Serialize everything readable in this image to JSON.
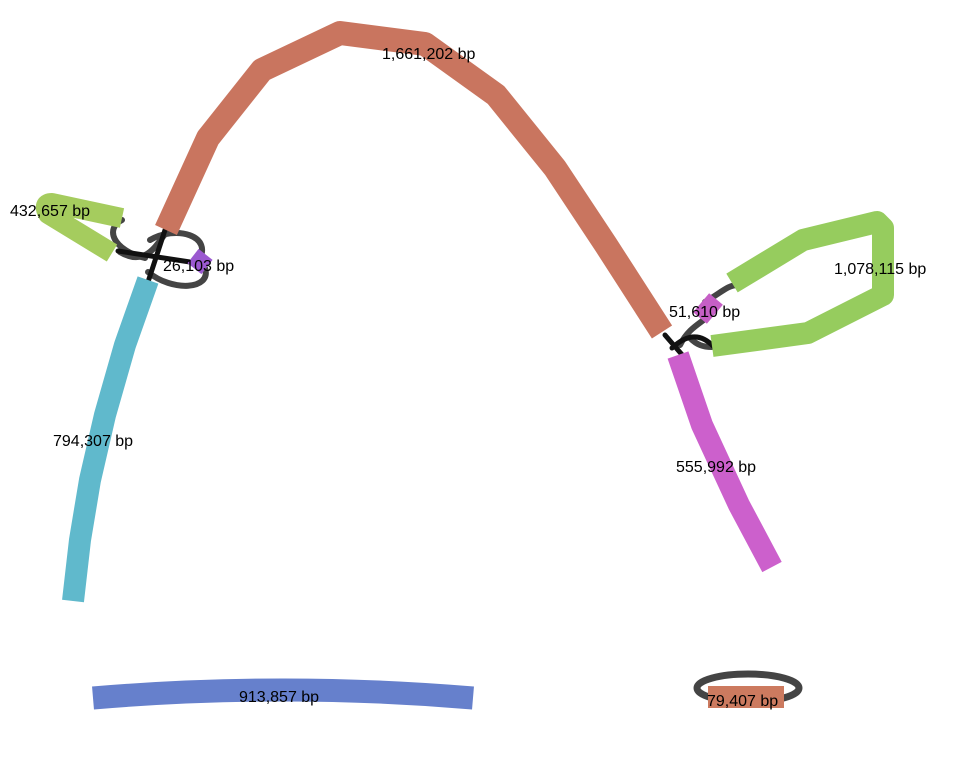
{
  "graph": {
    "segments": [
      {
        "id": "seg-a",
        "label": "1,661,202 bp",
        "color": "#c9755f"
      },
      {
        "id": "seg-b",
        "label": "432,657 bp",
        "color": "#a5cc5e"
      },
      {
        "id": "seg-c",
        "label": "26,103 bp",
        "color": "#9b59d0"
      },
      {
        "id": "seg-d",
        "label": "794,307 bp",
        "color": "#60b9cc"
      },
      {
        "id": "seg-e",
        "label": "1,078,115 bp",
        "color": "#96cc5e"
      },
      {
        "id": "seg-f",
        "label": "51,610 bp",
        "color": "#c65fc6"
      },
      {
        "id": "seg-g",
        "label": "555,992 bp",
        "color": "#cc60cc"
      },
      {
        "id": "seg-h",
        "label": "913,857 bp",
        "color": "#6680cc"
      },
      {
        "id": "seg-i",
        "label": "79,407 bp",
        "color": "#cc7a5f"
      }
    ],
    "link_color": "#444444"
  }
}
